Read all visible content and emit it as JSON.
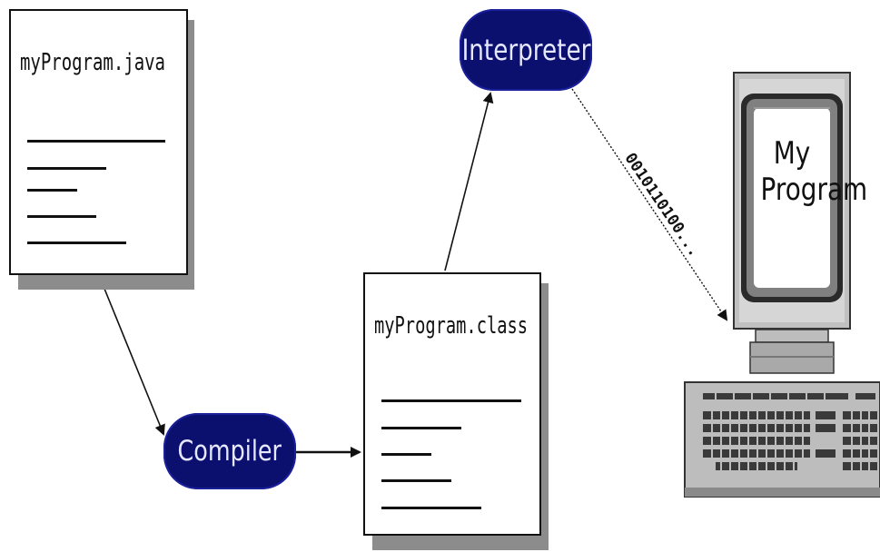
{
  "source_file": {
    "title": "myProgram.java"
  },
  "compiler": {
    "label": "Compiler"
  },
  "class_file": {
    "title": "myProgram.class"
  },
  "interpreter": {
    "label": "Interpreter"
  },
  "bytecode_stream": {
    "text": "0010110100..."
  },
  "monitor": {
    "line1": "My",
    "line2": "Program"
  },
  "colors": {
    "pill_fill": "#0b0f6e",
    "pill_text": "#e6e8ff",
    "document_shadow": "#8c8c8c",
    "computer_gray": "#c0c0c0"
  }
}
